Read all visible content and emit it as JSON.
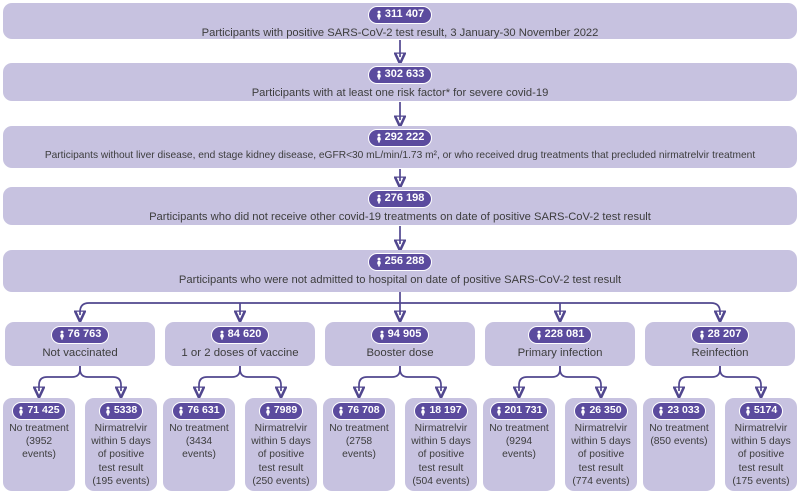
{
  "colors": {
    "background": "#ffffff",
    "box_fill": "#c7c2e0",
    "badge_fill": "#5b4b9e",
    "badge_border": "#ffffff",
    "badge_text": "#ffffff",
    "arrow": "#51478f",
    "text": "#3d3d3d"
  },
  "icons": {
    "count_badge_icon": "person-icon"
  },
  "flow_rows": [
    {
      "count": "311 407",
      "label": "Participants with positive SARS-CoV-2 test result, 3 January-30 November 2022"
    },
    {
      "count": "302 633",
      "label": "Participants with at least one risk factor* for severe covid-19"
    },
    {
      "count": "292 222",
      "label": "Participants without liver disease, end stage kidney disease, eGFR<30 mL/min/1.73 m², or who received drug treatments that precluded nirmatrelvir treatment"
    },
    {
      "count": "276 198",
      "label": "Participants who did not receive other covid-19 treatments on date of positive SARS-CoV-2 test result"
    },
    {
      "count": "256 288",
      "label": "Participants who were not admitted to hospital on  date of positive SARS-CoV-2 test result"
    }
  ],
  "branches": [
    {
      "count": "76 763",
      "label": "Not vaccinated",
      "children": [
        {
          "count": "71 425",
          "label": "No treatment",
          "events": "(3952 events)"
        },
        {
          "count": "5338",
          "label": "Nirmatrelvir within 5 days of positive test result",
          "events": "(195 events)"
        }
      ]
    },
    {
      "count": "84 620",
      "label": "1 or 2 doses of vaccine",
      "children": [
        {
          "count": "76 631",
          "label": "No treatment",
          "events": "(3434 events)"
        },
        {
          "count": "7989",
          "label": "Nirmatrelvir within 5 days of positive test result",
          "events": "(250 events)"
        }
      ]
    },
    {
      "count": "94 905",
      "label": "Booster dose",
      "children": [
        {
          "count": "76 708",
          "label": "No treatment",
          "events": "(2758 events)"
        },
        {
          "count": "18 197",
          "label": "Nirmatrelvir within 5 days of positive test result",
          "events": "(504 events)"
        }
      ]
    },
    {
      "count": "228 081",
      "label": "Primary infection",
      "children": [
        {
          "count": "201 731",
          "label": "No treatment",
          "events": "(9294 events)"
        },
        {
          "count": "26 350",
          "label": "Nirmatrelvir within 5 days of positive test result",
          "events": "(774 events)"
        }
      ]
    },
    {
      "count": "28 207",
      "label": "Reinfection",
      "children": [
        {
          "count": "23 033",
          "label": "No treatment",
          "events": "(850 events)"
        },
        {
          "count": "5174",
          "label": "Nirmatrelvir within 5 days of positive test result",
          "events": "(175 events)"
        }
      ]
    }
  ]
}
